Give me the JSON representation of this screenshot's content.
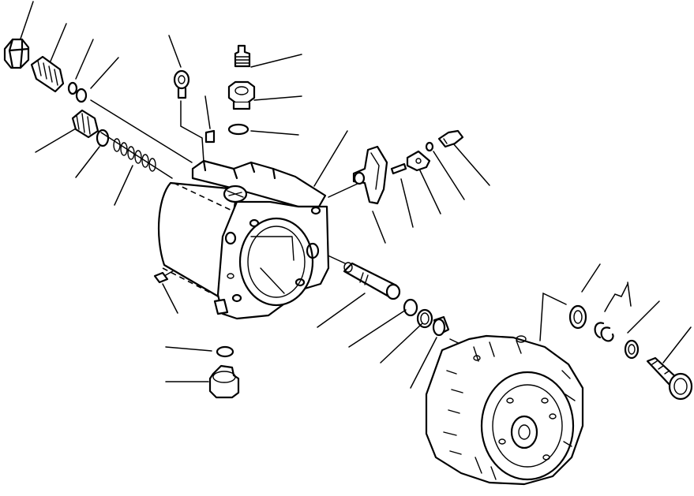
{
  "diagram": {
    "kind": "exploded-parts-view",
    "colors": {
      "ink": "#000000",
      "paper": "#ffffff"
    },
    "parts": [
      {
        "id": "nut",
        "icon": "hex-nut-icon"
      },
      {
        "id": "adjust-plug",
        "icon": "threaded-plug-icon"
      },
      {
        "id": "small-ring",
        "icon": "ring-icon"
      },
      {
        "id": "o-ring-top-left",
        "icon": "o-ring-icon"
      },
      {
        "id": "threaded-cap",
        "icon": "threaded-cap-icon"
      },
      {
        "id": "o-ring-mid-left",
        "icon": "o-ring-icon"
      },
      {
        "id": "spring",
        "icon": "spring-icon"
      },
      {
        "id": "eye-bolt",
        "icon": "eye-bolt-icon"
      },
      {
        "id": "set-screw",
        "icon": "set-screw-icon"
      },
      {
        "id": "pressure-fitting",
        "icon": "fitting-icon"
      },
      {
        "id": "plug-with-hex",
        "icon": "hex-plug-icon"
      },
      {
        "id": "o-ring-top",
        "icon": "o-ring-icon"
      },
      {
        "id": "pump-housing",
        "icon": "housing-icon"
      },
      {
        "id": "lever",
        "icon": "lever-icon"
      },
      {
        "id": "pin",
        "icon": "pin-icon"
      },
      {
        "id": "bracket",
        "icon": "bracket-icon"
      },
      {
        "id": "washer",
        "icon": "washer-icon"
      },
      {
        "id": "bolt-small",
        "icon": "bolt-icon"
      },
      {
        "id": "plug-small",
        "icon": "plug-icon"
      },
      {
        "id": "shaft",
        "icon": "shaft-icon"
      },
      {
        "id": "o-ring-shaft",
        "icon": "o-ring-icon"
      },
      {
        "id": "seal-ring",
        "icon": "seal-icon"
      },
      {
        "id": "bushing",
        "icon": "bushing-icon"
      },
      {
        "id": "o-ring-bottom",
        "icon": "o-ring-icon"
      },
      {
        "id": "drain-plug",
        "icon": "drain-plug-icon"
      },
      {
        "id": "rear-pump-body",
        "icon": "pump-body-icon"
      },
      {
        "id": "bearing-ring",
        "icon": "ring-icon"
      },
      {
        "id": "snap-ring",
        "icon": "snap-ring-icon"
      },
      {
        "id": "flat-washer",
        "icon": "washer-icon"
      },
      {
        "id": "bolt-large",
        "icon": "bolt-icon"
      }
    ]
  }
}
